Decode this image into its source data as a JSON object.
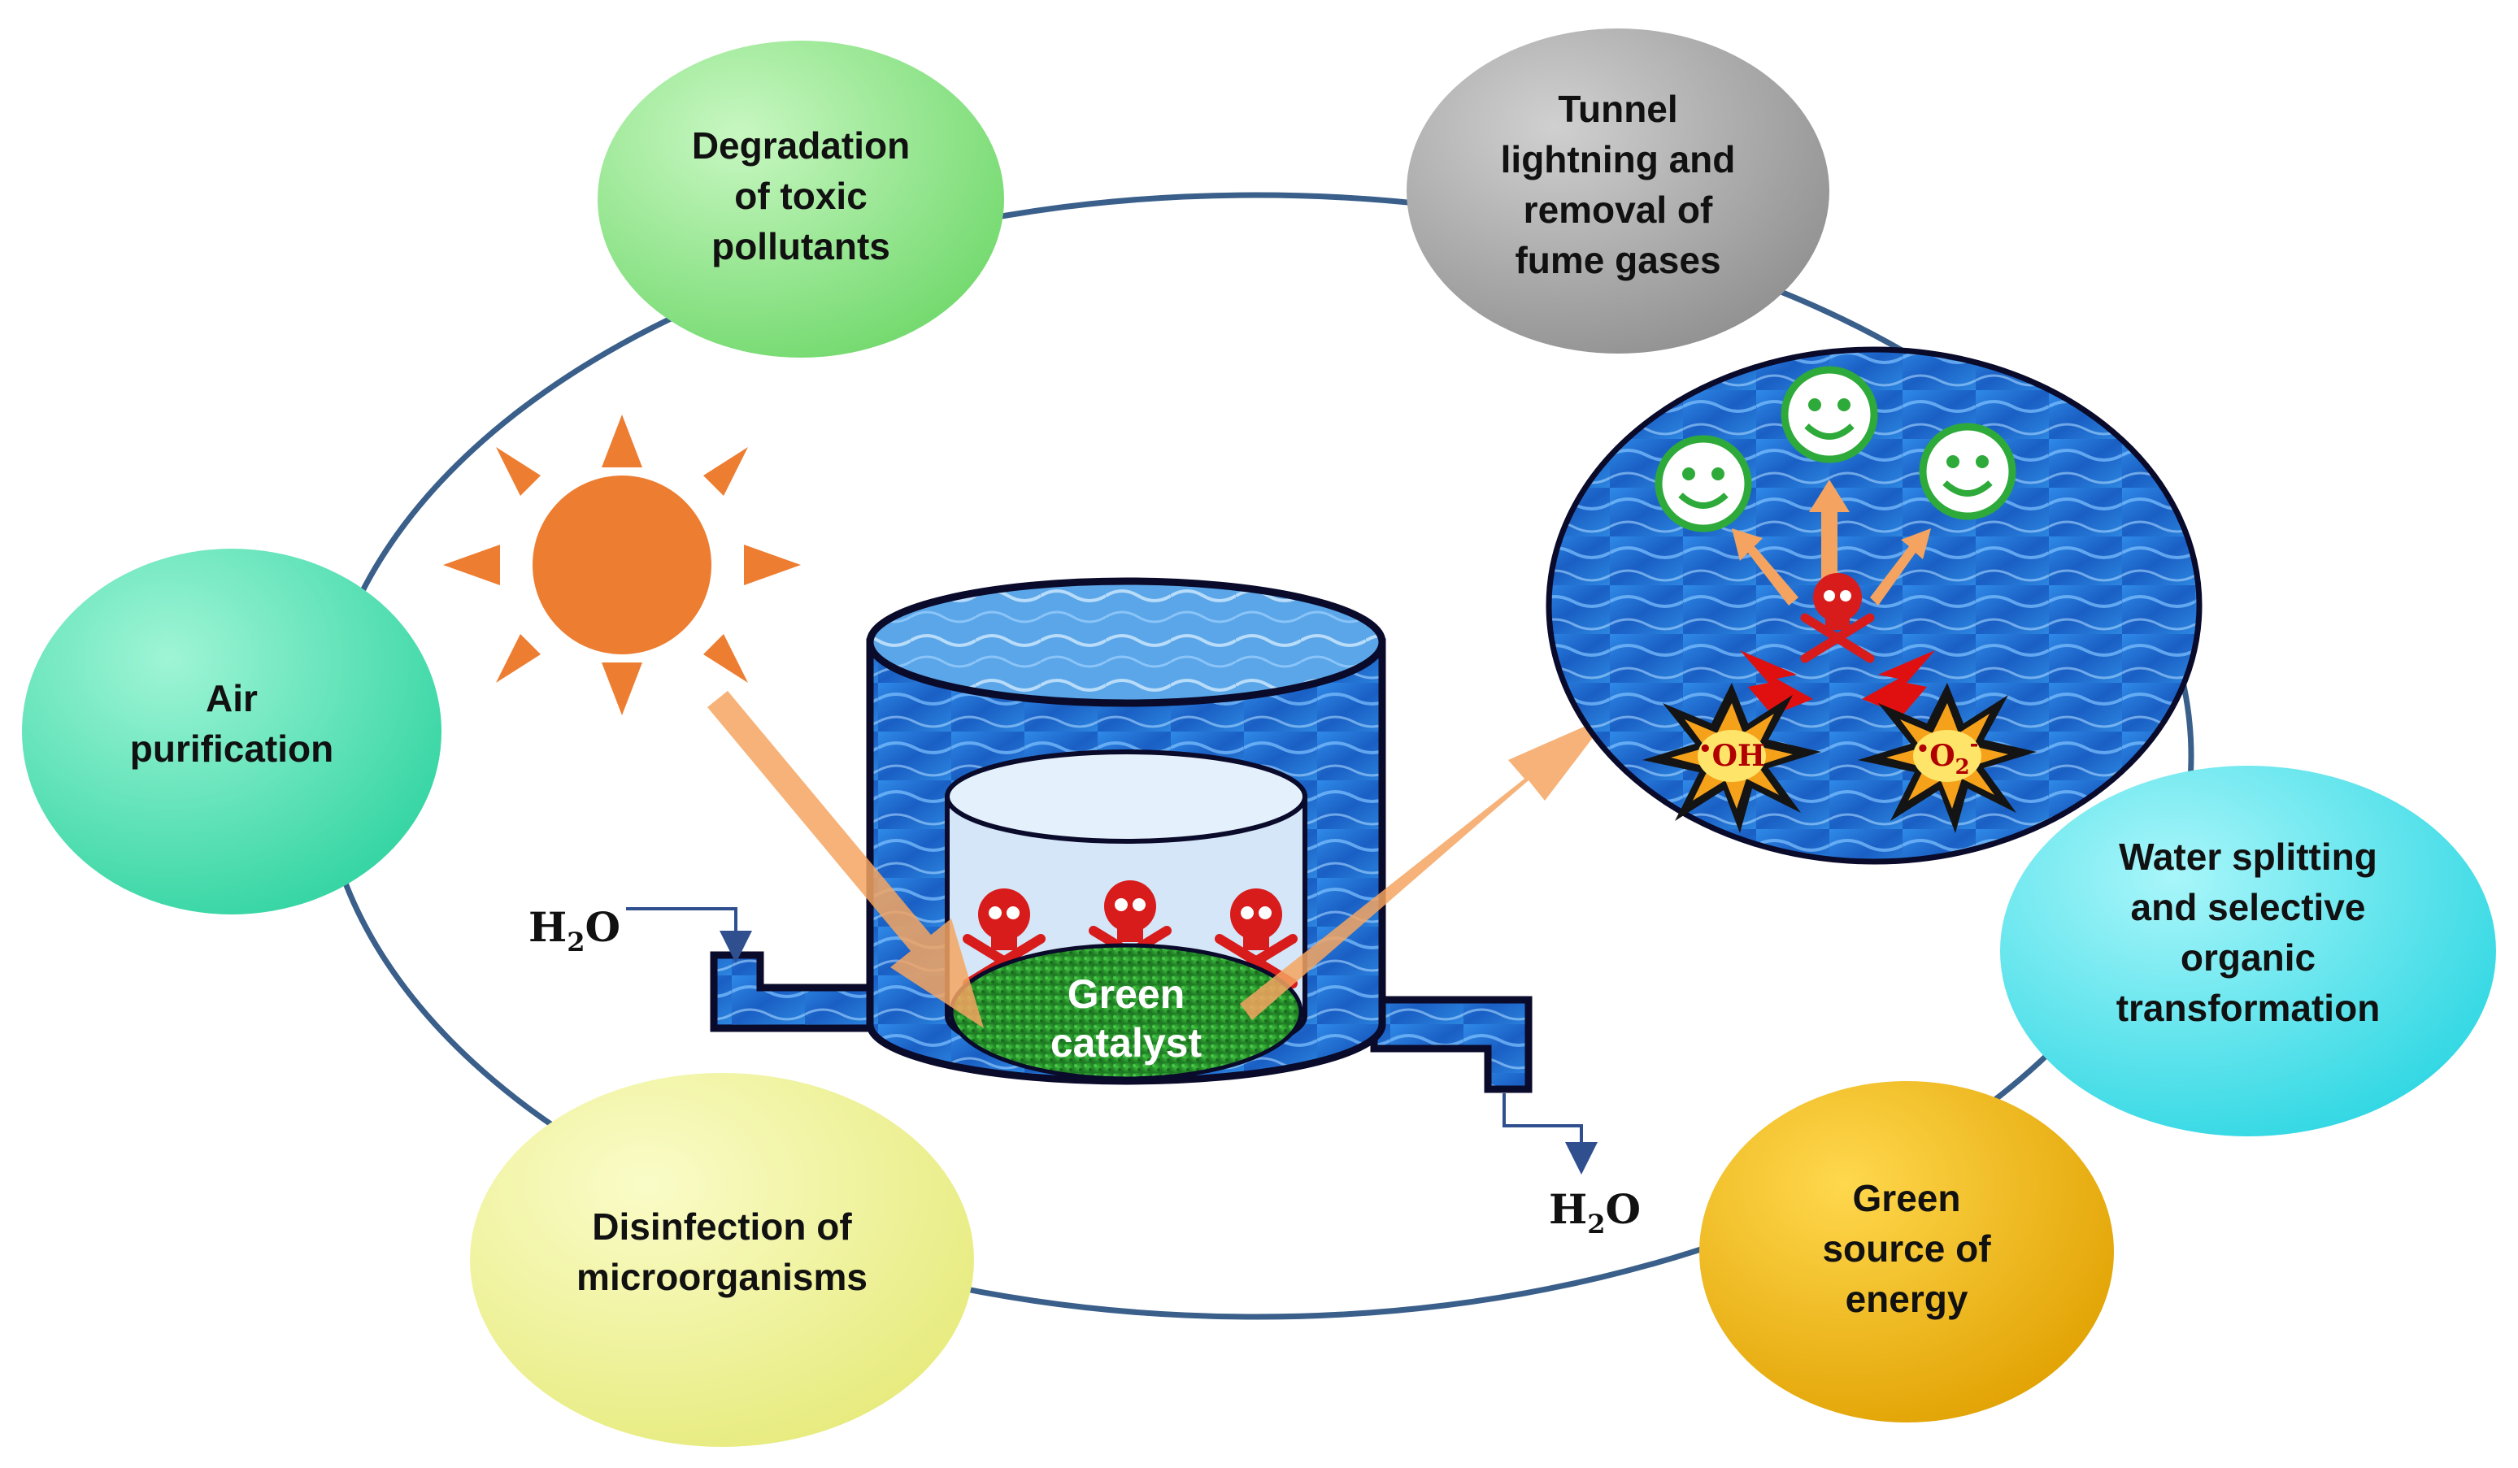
{
  "applications": {
    "degradation": [
      "Degradation",
      "of toxic",
      "pollutants"
    ],
    "tunnel": [
      "Tunnel",
      "lightning and",
      "removal of",
      "fume gases"
    ],
    "air": [
      "Air",
      "purification"
    ],
    "water": [
      "Water splitting",
      "and selective",
      "organic",
      "transformation"
    ],
    "energy": [
      "Green",
      "source of",
      "energy"
    ],
    "disinfection": [
      "Disinfection of",
      "microorganisms"
    ]
  },
  "reactor": {
    "catalyst": [
      "Green",
      "catalyst"
    ],
    "inlet": {
      "base": "H",
      "sub": "2",
      "rest": "O"
    },
    "outlet": {
      "base": "H",
      "sub": "2",
      "rest": "O"
    }
  },
  "radicals": {
    "oh": {
      "dot": "•",
      "text": "OH"
    },
    "o2": {
      "dot": "•",
      "text": "O",
      "sub": "2",
      "sup": "-"
    }
  },
  "colors": {
    "ring": "#3a5f8a",
    "degradation": "#8fe88a",
    "tunnel": "#a6a6a6",
    "air": "#4fe0b0",
    "water": "#4de6ee",
    "energy": "#f0b400",
    "disinfection": "#eef08a",
    "sun": "#ed7d31",
    "arrow": "#f4a460",
    "water_blue": "#1f6fd0",
    "skull": "#d81b1b",
    "smiley": "#2eaa3a"
  },
  "icons": [
    "sun-icon",
    "skull-icon",
    "smiley-icon",
    "explosion-icon"
  ]
}
